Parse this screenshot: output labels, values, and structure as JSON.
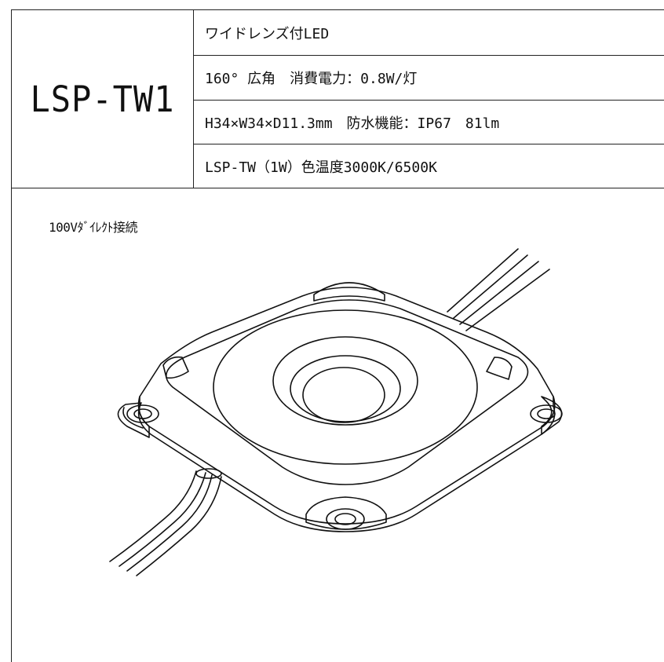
{
  "model": "LSP-TW1",
  "specs": [
    "ワイドレンズ付LED",
    "160° 広角　消費電力：0.8W/灯",
    "H34×W34×D11.3mm　防水機能：IP67　81lm",
    "LSP-TW（1W）色温度3000K/6500K"
  ],
  "caption": "100Vﾀﾞｲﾚｸﾄ接続",
  "illustration": "led-module-drawing"
}
